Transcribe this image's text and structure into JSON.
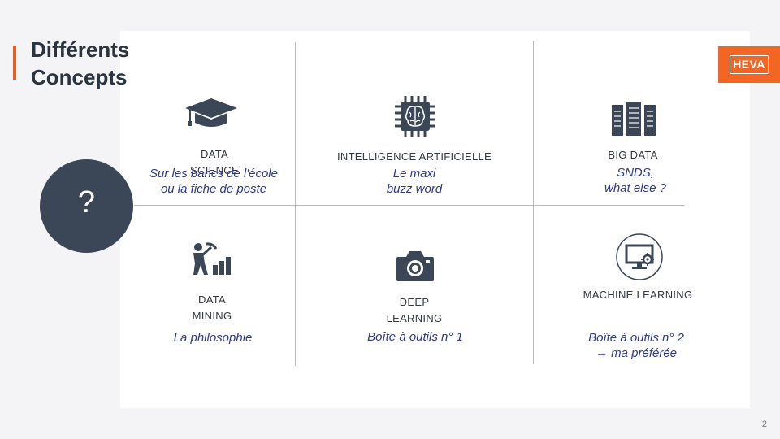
{
  "title": {
    "line1": "Différents",
    "line2": "Concepts"
  },
  "logo": {
    "text": "HEVA"
  },
  "question": "?",
  "cells": [
    {
      "icon": "graduation-cap-icon",
      "label_lines": [
        "DATA",
        "SCIENCE"
      ],
      "desc_lines": [
        "Sur les bancs de l'école",
        "ou la fiche de poste"
      ]
    },
    {
      "icon": "brain-chip-icon",
      "label_lines": [
        "INTELLIGENCE ARTIFICIELLE"
      ],
      "desc_lines": [
        "Le maxi",
        "buzz word"
      ]
    },
    {
      "icon": "server-rack-icon",
      "label_lines": [
        "BIG DATA"
      ],
      "desc_lines": [
        "SNDS,",
        "what else ?"
      ]
    },
    {
      "icon": "miner-chart-icon",
      "label_lines": [
        "DATA",
        "MINING"
      ],
      "desc_lines": [
        "La philosophie"
      ]
    },
    {
      "icon": "camera-icon",
      "label_lines": [
        "DEEP",
        "LEARNING"
      ],
      "desc_lines": [
        "Boîte à outils n° 1"
      ]
    },
    {
      "icon": "monitor-gear-icon",
      "label_lines": [
        "MACHINE LEARNING"
      ],
      "desc_lines": [
        "Boîte à outils n° 2",
        "→ ma préférée"
      ]
    }
  ],
  "page_number": "2",
  "colors": {
    "accent": "#f26522",
    "icon": "#3b4657",
    "text_italic": "#2f3a8a"
  }
}
